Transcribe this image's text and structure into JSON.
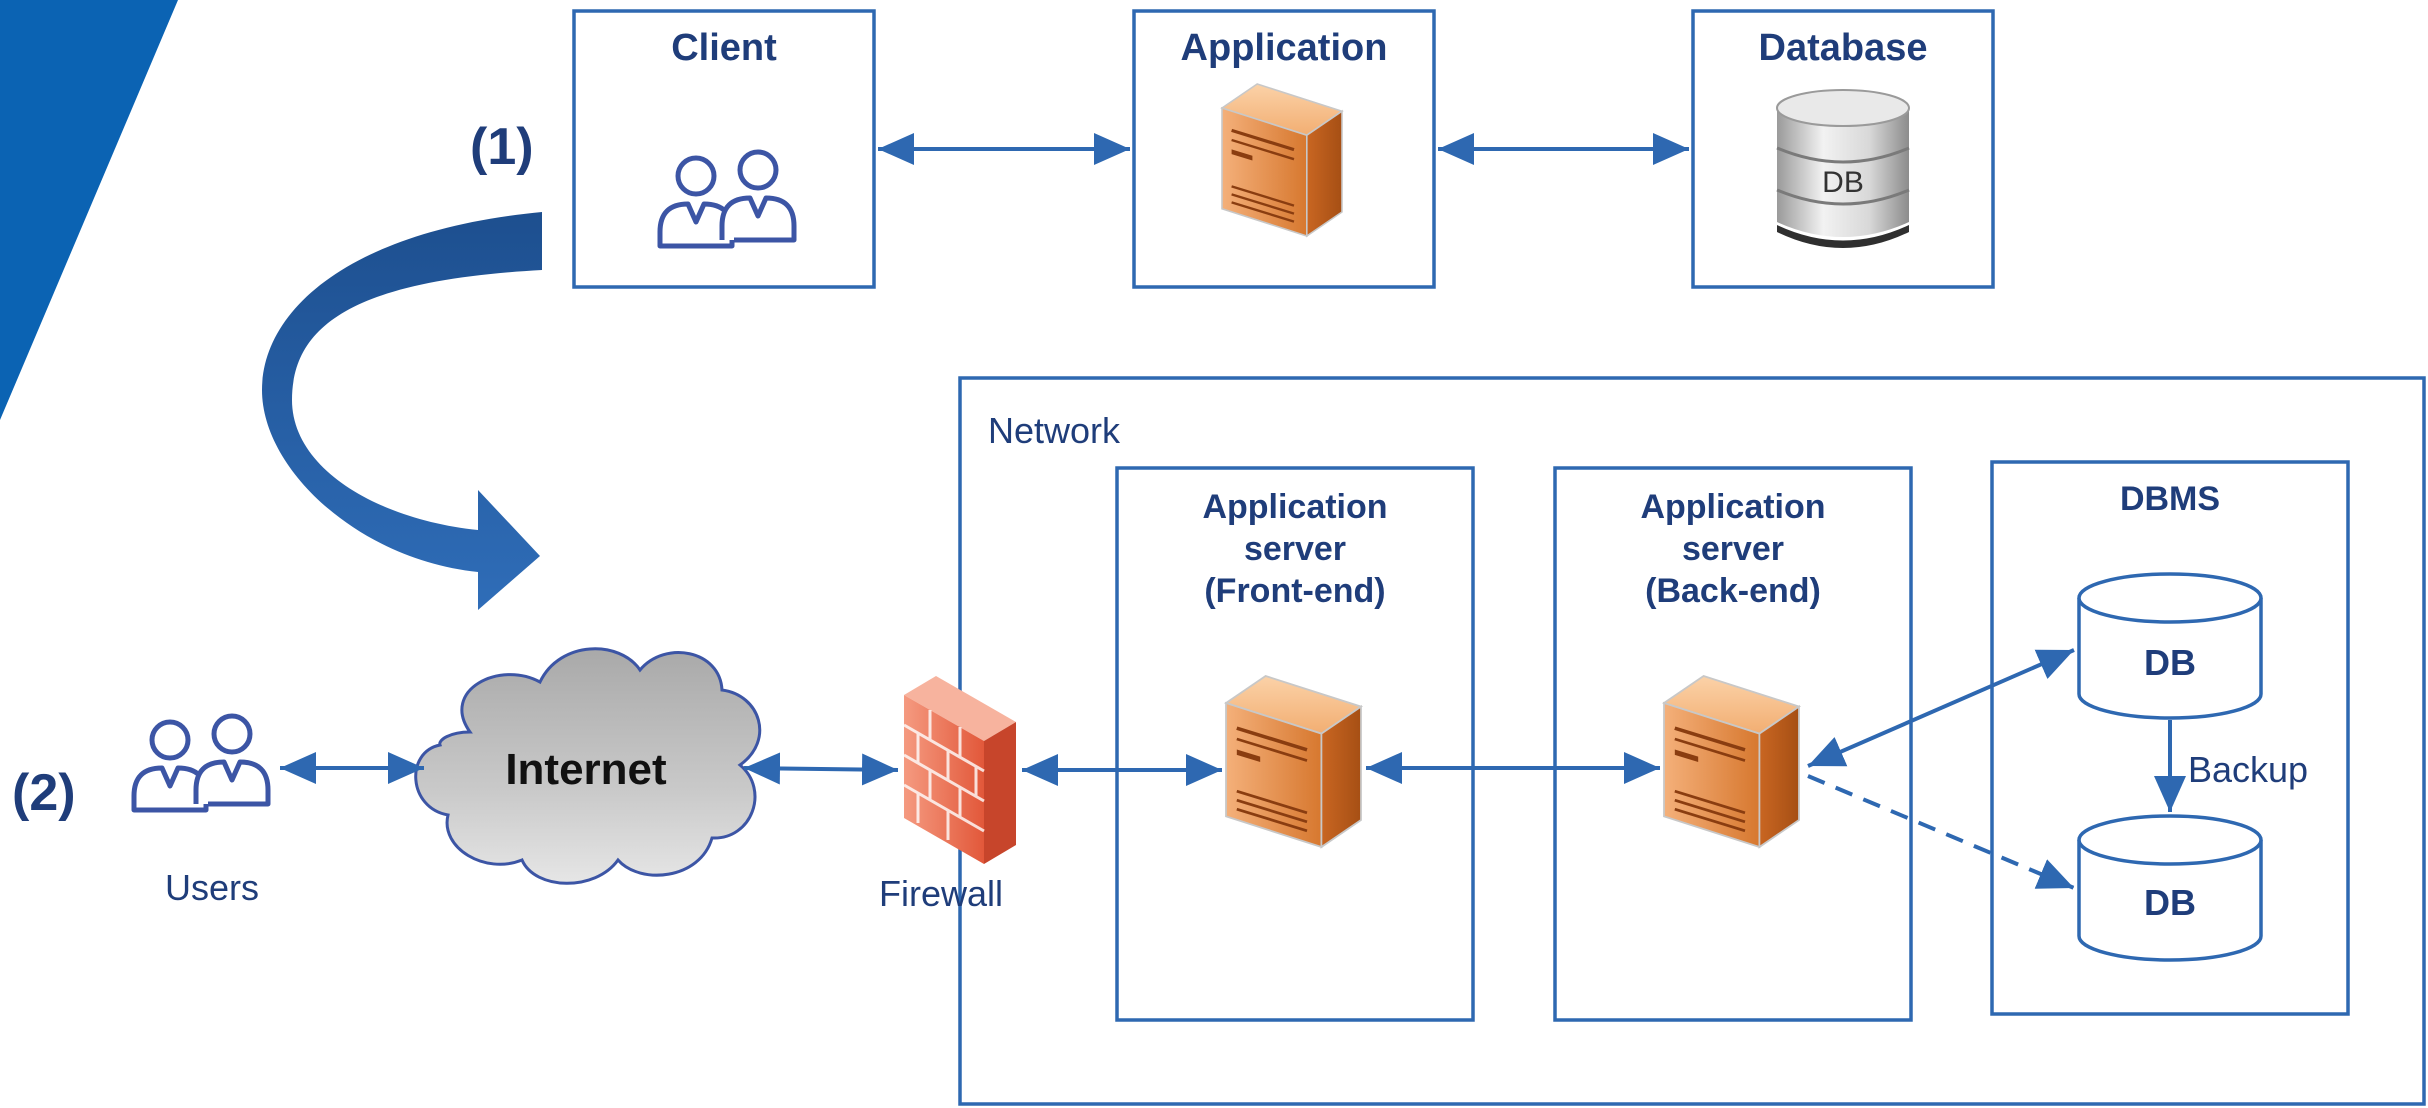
{
  "markers": {
    "top": "(1)",
    "bottom": "(2)"
  },
  "top_row": {
    "client": "Client",
    "application": "Application",
    "database": "Database",
    "db_icon_label": "DB"
  },
  "users_label": "Users",
  "internet_label": "Internet",
  "firewall_label": "Firewall",
  "network_label": "Network",
  "front_end": {
    "line1": "Application",
    "line2": "server",
    "line3": "(Front-end)"
  },
  "back_end": {
    "line1": "Application",
    "line2": "server",
    "line3": "(Back-end)"
  },
  "dbms": {
    "title": "DBMS",
    "db1": "DB",
    "db2": "DB",
    "backup_label": "Backup"
  },
  "colors": {
    "accent_blue": "#2e68b1",
    "dark_blue": "#1f3d7a",
    "server_orange": "#e08a4a",
    "firewall_red": "#e8735a",
    "cloud_gray": "#b8b8b8"
  },
  "icons": [
    "users-icon",
    "server-icon",
    "database-icon",
    "cloud-icon",
    "firewall-icon",
    "curved-arrow-icon"
  ]
}
